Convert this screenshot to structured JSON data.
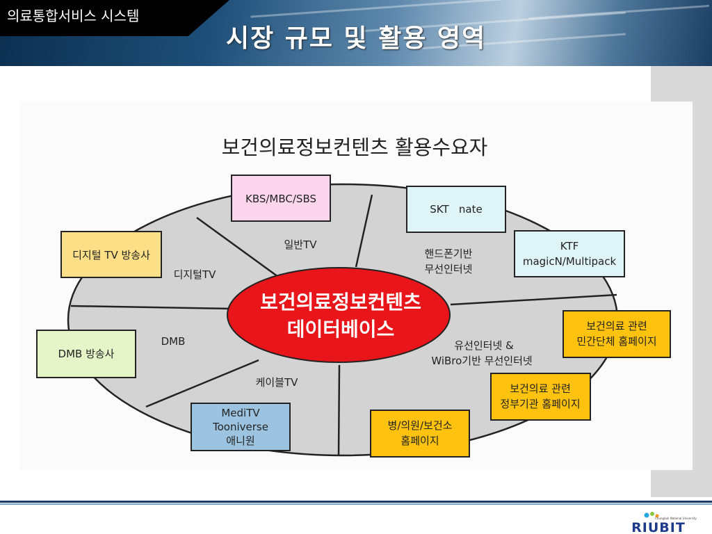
{
  "header": {
    "system_name": "의료통합서비스 시스템",
    "title": "시장 규모 및 활용 영역"
  },
  "diagram": {
    "heading": "보건의료정보컨텐츠 활용수요자",
    "center_line1": "보건의료정보컨텐츠",
    "center_line2": "데이터베이스",
    "sectors": {
      "general_tv": "일반TV",
      "digital_tv": "디지털TV",
      "dmb": "DMB",
      "cable_tv": "케이블TV",
      "mobile_line1": "핸드폰기반",
      "mobile_line2": "무선인터넷",
      "wired_line1": "유선인터넷 &",
      "wired_line2": "WiBro기반 무선인터넷"
    },
    "boxes": {
      "kbs": "KBS/MBC/SBS",
      "skt": "SKT   nate",
      "ktf_line1": "KTF",
      "ktf_line2": "magicN/Multipack",
      "digital_tv_broadcaster": "디지털 TV 방송사",
      "dmb_broadcaster": "DMB 방송사",
      "private_org_line1": "보건의료 관련",
      "private_org_line2": "민간단체 홈페이지",
      "gov_org_line1": "보건의료 관련",
      "gov_org_line2": "정부기관 홈페이지",
      "hospital_line1": "병/의원/보건소",
      "hospital_line2": "홈페이지",
      "cable_line1": "MediTV",
      "cable_line2": "Tooniverse",
      "cable_line3": "애니원"
    }
  },
  "footer": {
    "logo_text": "RIUBIT",
    "logo_sub": "Chungbuk National University"
  },
  "colors": {
    "ellipse_fill": "#d3d3d3",
    "center_fill": "#e8161a",
    "pink": "#fbd6ec",
    "cyan": "#dff4f7",
    "yellow": "#fcdf86",
    "orange": "#ffc20e",
    "light_green": "#e6f5c8",
    "steel_blue": "#9cc4e0"
  }
}
